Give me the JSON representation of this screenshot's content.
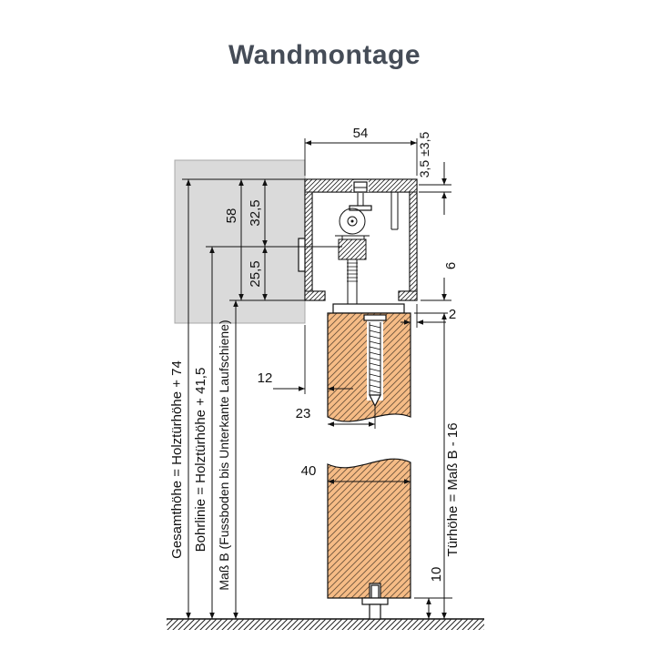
{
  "title": "Wandmontage",
  "colors": {
    "door": "#f6bc86",
    "wall": "#dadada",
    "line": "#111111",
    "title": "#454c57"
  },
  "dimensions": {
    "track_width": "54",
    "height_adjust": "3,5 ±3,5",
    "profile_height": "58",
    "upper_part": "32,5",
    "lower_part": "25,5",
    "gap_track_door": "6",
    "reveal": "2",
    "wall_door_gap": "12",
    "screw_offset": "23",
    "door_thickness": "40",
    "floor_clearance": "10"
  },
  "labels": {
    "gesamthoehe": "Gesamthöhe = Holztürhöhe + 74",
    "bohrlinie": "Bohrlinie = Holztürhöhe + 41,5",
    "mass_b": "Maß B (Fussboden bis Unterkante Laufschiene)",
    "tuerhoehe": "Türhöhe = Maß B - 16"
  }
}
